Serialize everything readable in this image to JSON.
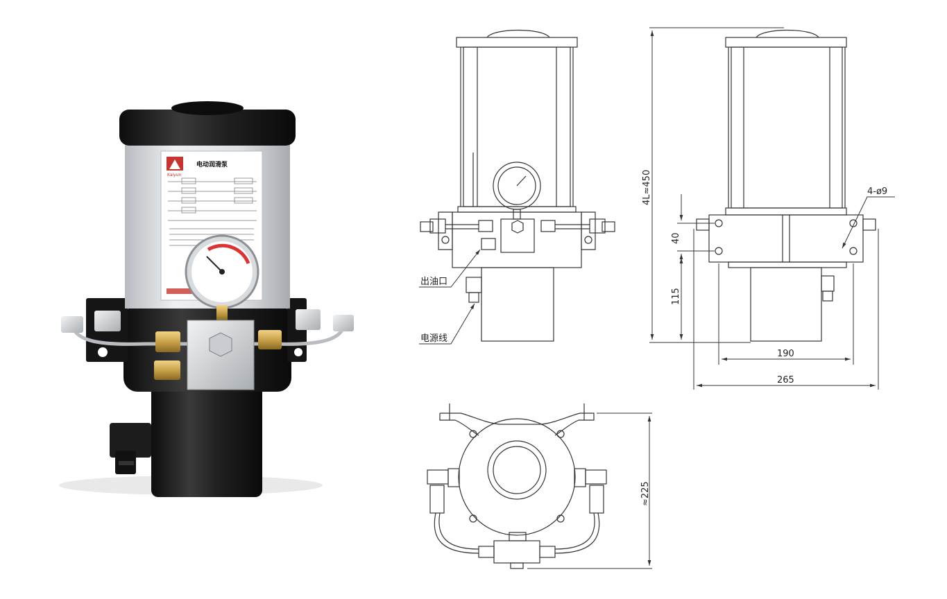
{
  "product": {
    "label_title": "电动润滑泵",
    "brand": "Kaiyun"
  },
  "front_view": {
    "outlet_label": "出油口",
    "power_label": "电源线"
  },
  "side_view": {
    "height_dim": "4L≈450",
    "hole_note": "4-ø9",
    "bracket_dim": "40",
    "base_dim": "115",
    "inner_width_dim": "190",
    "outer_width_dim": "265"
  },
  "top_view": {
    "depth_dim": "≈225"
  },
  "colors": {
    "line": "#333333",
    "housing": "#1a1a1a",
    "reservoir": "#dfe4e8",
    "brass": "#c9a24a",
    "steel": "#cfd3d6"
  }
}
